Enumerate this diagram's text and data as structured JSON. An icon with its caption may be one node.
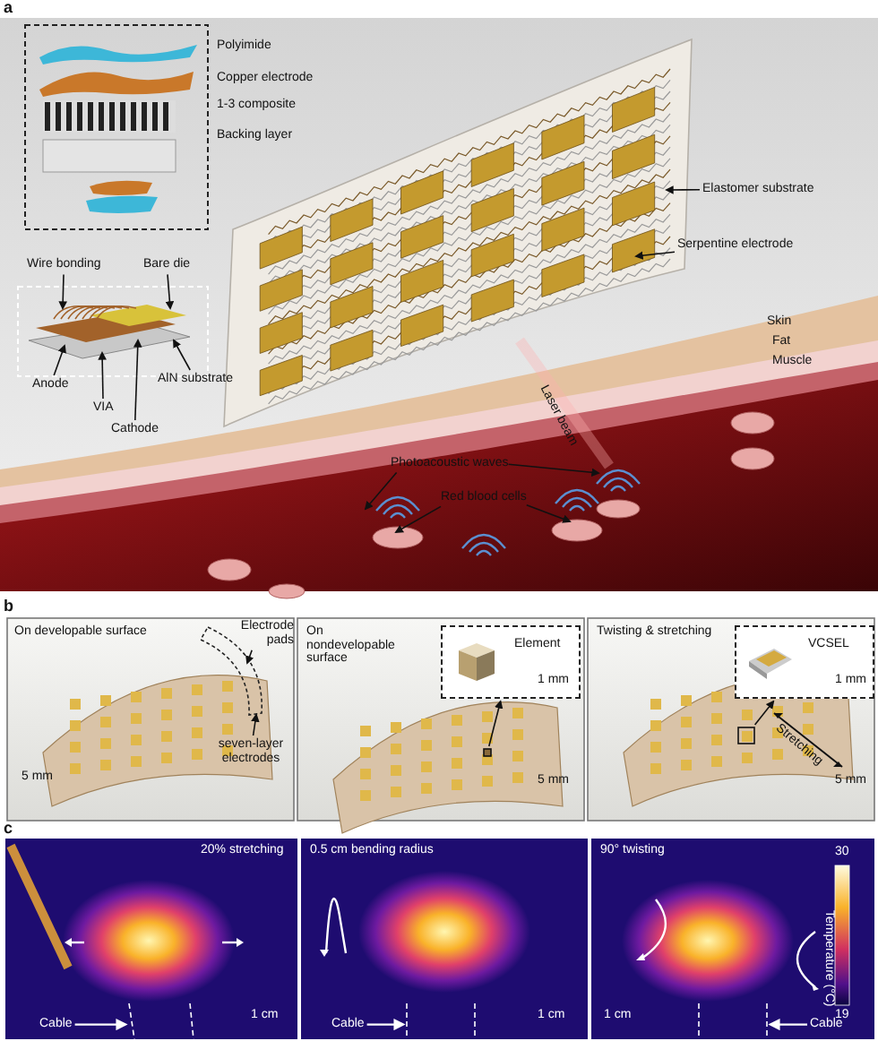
{
  "diagram": {
    "nodes": [
      {
        "text": [
          "Wire bonding"
        ]
      },
      {
        "text": [
          "Bare die"
        ]
      },
      {
        "text": [
          "Anode"
        ]
      },
      {
        "text": [
          "VIA"
        ]
      },
      {
        "text": [
          "Cathode"
        ]
      },
      {
        "text": [
          "AlN substrate"
        ]
      },
      {
        "text": [
          "Elastomer substrate"
        ]
      },
      {
        "text": [
          "Serpentine electrode"
        ]
      },
      {
        "text": [
          "Photoacoustic waves"
        ]
      },
      {
        "text": [
          "Red blood cells"
        ]
      },
      {
        "text": [
          "Electrode pads"
        ]
      },
      {
        "text": [
          "seven-layer electrodes"
        ]
      },
      {
        "text": [
          "Element"
        ]
      },
      {
        "text": [
          "VCSEL"
        ]
      },
      {
        "text": [
          "Cable"
        ]
      },
      {
        "text": [
          "Cable"
        ]
      },
      {
        "text": [
          "Cable"
        ]
      },
      {
        "text": [],
        "shape": "picture"
      },
      {
        "text": [],
        "shape": "box"
      },
      {
        "text": [],
        "shape": "box"
      },
      {
        "text": [],
        "shape": "box"
      },
      {
        "text": [],
        "shape": "line"
      },
      {
        "text": [],
        "shape": "line"
      },
      {
        "text": [],
        "shape": "line"
      }
    ],
    "edges": [
      {
        "from": 0,
        "to": 17,
        "arrow": "to"
      },
      {
        "from": 1,
        "to": 17,
        "arrow": "to"
      },
      {
        "from": 2,
        "to": 17,
        "arrow": "to"
      },
      {
        "from": 3,
        "to": 17,
        "arrow": "to"
      },
      {
        "from": 4,
        "to": 17,
        "arrow": "to"
      },
      {
        "from": 5,
        "to": 17,
        "arrow": "to"
      },
      {
        "from": 6,
        "to": null,
        "arrow": "to"
      },
      {
        "from": 7,
        "to": null,
        "arrow": "to"
      },
      {
        "from": 8,
        "to": null,
        "arrow": "to"
      },
      {
        "from": 8,
        "to": null,
        "arrow": "to"
      },
      {
        "from": 9,
        "to": null,
        "arrow": "to"
      },
      {
        "from": 9,
        "to": null,
        "arrow": "to"
      },
      {
        "from": 10,
        "to": 20,
        "arrow": "to"
      },
      {
        "from": 11,
        "to": 20,
        "arrow": "to"
      },
      {
        "from": 18,
        "to": 12,
        "arrow": "to"
      },
      {
        "from": 19,
        "to": 13,
        "arrow": "to"
      },
      {
        "from": 14,
        "to": 21,
        "arrow": "to",
        "color": "#ffffff"
      },
      {
        "from": 15,
        "to": 22,
        "arrow": "to",
        "color": "#ffffff"
      },
      {
        "from": 16,
        "to": 23,
        "arrow": "to",
        "color": "#ffffff"
      }
    ],
    "labels": [
      "a",
      "Polyimide",
      "Copper electrode",
      "1-3 composite",
      "Backing layer",
      "Skin",
      "Fat",
      "Muscle",
      "Laser beam",
      "b",
      "On developable surface",
      "5 mm",
      "On nondevelopable surface",
      "1 mm",
      "5 mm",
      "Twisting & stretching",
      "1 mm",
      "Stretching",
      "5 mm",
      "c",
      "20% stretching",
      "1 cm",
      "0.5 cm bending radius",
      "1 cm",
      "90° twisting",
      "1 cm",
      "30",
      "19",
      "Temperature (°C)"
    ]
  }
}
